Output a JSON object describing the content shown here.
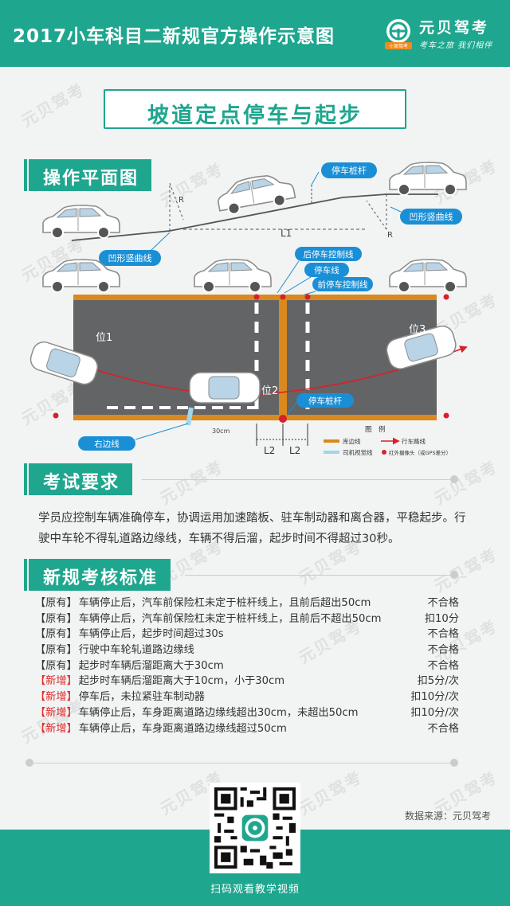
{
  "header": {
    "title": "2017小车科目二新规官方操作示意图",
    "brand_name": "元贝驾考",
    "brand_slogan": "考车之旅 我们相伴",
    "brand_badge": "十周驾考"
  },
  "banner": {
    "title": "坡道定点停车与起步"
  },
  "watermark": "元贝驾考",
  "sections": {
    "plan": "操作平面图",
    "requirement": "考试要求",
    "standard": "新规考核标准"
  },
  "diagram": {
    "labels": {
      "stop_pole_top": "停车桩杆",
      "concave_curve_right": "凹形竖曲线",
      "concave_curve_left": "凹形竖曲线",
      "l1": "L1",
      "r": "R",
      "rear_stop_line": "后停车控制线",
      "stop_line": "停车线",
      "front_stop_line": "前停车控制线",
      "pos1": "位1",
      "pos2": "位2",
      "pos3": "位3",
      "stop_pole_bottom": "停车桩杆",
      "right_edge_line": "右边线",
      "gap": "30cm",
      "l2": "L2"
    },
    "legend": {
      "title": "图　例",
      "edge_line": "库边线",
      "route": "行车路线",
      "sight_line": "司机视觉线",
      "camera": "红外摄像头（或GPS差分）"
    },
    "colors": {
      "teal": "#1fa68e",
      "road": "#636466",
      "orange": "#d9891e",
      "route_red": "#d9202a",
      "label_blue": "#1b8fd6",
      "sight_blue": "#9fd6ea"
    }
  },
  "requirement": {
    "text": "学员应控制车辆准确停车，协调运用加速踏板、驻车制动器和离合器，平稳起步。行驶中车轮不得轧道路边缘线，车辆不得后溜，起步时间不得超过30秒。"
  },
  "standards": [
    {
      "tag": "【原有】",
      "is_new": false,
      "desc": "车辆停止后，汽车前保险杠未定于桩杆线上，且前后超出50cm",
      "result": "不合格"
    },
    {
      "tag": "【原有】",
      "is_new": false,
      "desc": "车辆停止后，汽车前保险杠未定于桩杆线上，且前后不超出50cm",
      "result": "扣10分"
    },
    {
      "tag": "【原有】",
      "is_new": false,
      "desc": "车辆停止后，起步时间超过30s",
      "result": "不合格"
    },
    {
      "tag": "【原有】",
      "is_new": false,
      "desc": "行驶中车轮轧道路边缘线",
      "result": "不合格"
    },
    {
      "tag": "【原有】",
      "is_new": false,
      "desc": "起步时车辆后溜距离大于30cm",
      "result": "不合格"
    },
    {
      "tag": "【新增】",
      "is_new": true,
      "desc": "起步时车辆后溜距离大于10cm，小于30cm",
      "result": "扣5分/次"
    },
    {
      "tag": "【新增】",
      "is_new": true,
      "desc": "停车后，未拉紧驻车制动器",
      "result": "扣10分/次"
    },
    {
      "tag": "【新增】",
      "is_new": true,
      "desc": "车辆停止后，车身距离道路边缘线超出30cm，未超出50cm",
      "result": "扣10分/次"
    },
    {
      "tag": "【新增】",
      "is_new": true,
      "desc": "车辆停止后，车身距离道路边缘线超过50cm",
      "result": "不合格"
    }
  ],
  "footer": {
    "datasource": "数据来源：元贝驾考",
    "caption": "扫码观看教学视频"
  }
}
